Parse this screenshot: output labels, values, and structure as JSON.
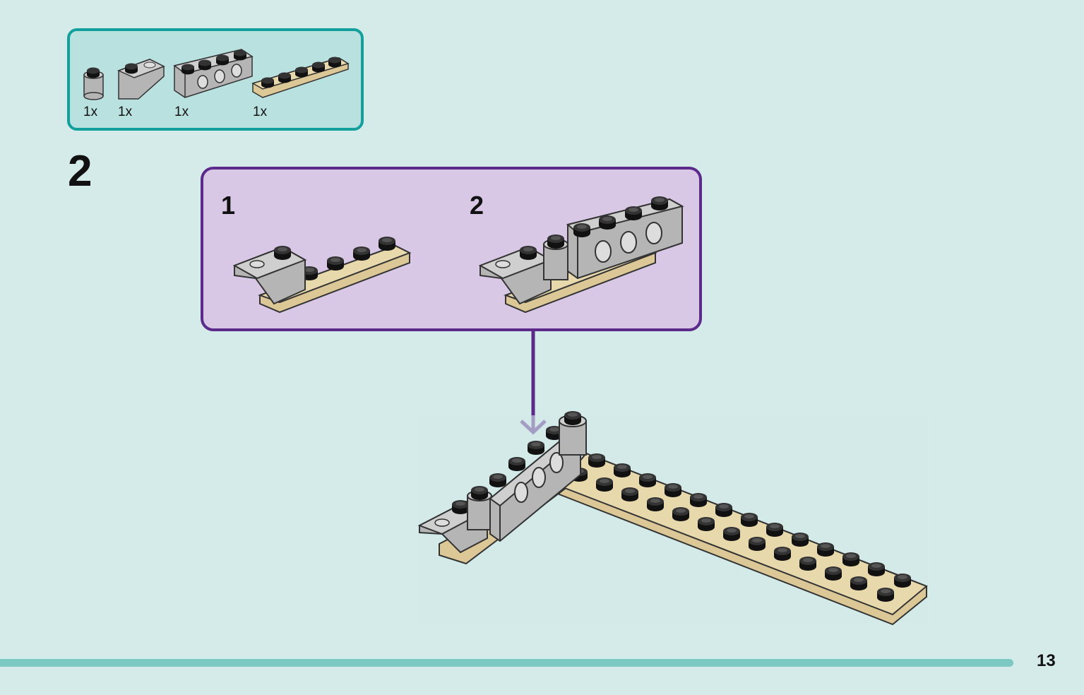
{
  "parts_list": {
    "items": [
      {
        "part": "round-brick-1x1-light-gray",
        "qty": "1x"
      },
      {
        "part": "inverted-slope-1x2-light-gray",
        "qty": "1x"
      },
      {
        "part": "technic-brick-1x4-light-gray",
        "qty": "1x"
      },
      {
        "part": "plate-1x6-tan",
        "qty": "1x"
      }
    ]
  },
  "step": {
    "number": "2"
  },
  "sub_assembly": {
    "steps": [
      {
        "number": "1"
      },
      {
        "number": "2"
      }
    ]
  },
  "colors": {
    "background": "#d5ebe9",
    "parts_box_border": "#13a09c",
    "sub_box_border": "#5c2a8a",
    "tan": "#dcc897",
    "gray": "#b3b3b3",
    "stud": "#111111"
  },
  "page": {
    "number": "13"
  }
}
